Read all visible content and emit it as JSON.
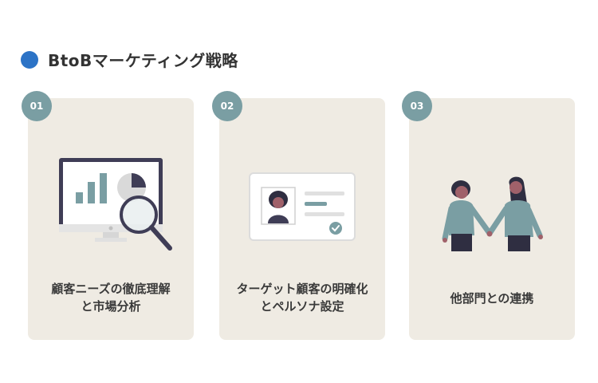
{
  "header": {
    "title": "BtoBマーケティング戦略"
  },
  "cards": [
    {
      "number": "01",
      "title_lines": [
        "顧客ニーズの徹底理解",
        "と市場分析"
      ]
    },
    {
      "number": "02",
      "title_lines": [
        "ターゲット顧客の明確化",
        "とペルソナ設定"
      ]
    },
    {
      "number": "03",
      "title_lines": [
        "他部門との連携"
      ]
    }
  ],
  "colors": {
    "accent_dot": "#2c73c6",
    "badge": "#7a9ea3",
    "card_bg": "#efebe3"
  }
}
